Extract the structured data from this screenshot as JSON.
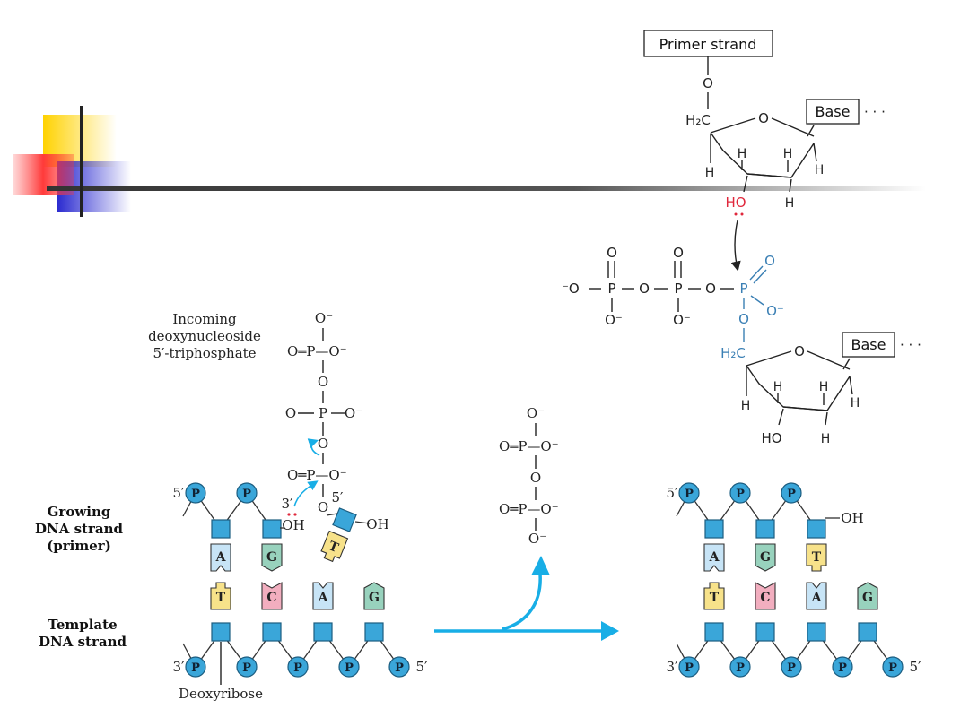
{
  "slide_decor": {
    "colors": {
      "yellow": "#ffd200",
      "red": "#ff3a3a",
      "blue": "#2b2bd0",
      "line": "#333333"
    }
  },
  "chemistry": {
    "primer_strand_label": "Primer strand",
    "base_label_top": "Base",
    "base_label_bottom": "Base",
    "ellipsis": "· · ·",
    "atoms": {
      "O": "O",
      "H": "H",
      "H2C": "H₂C",
      "HO": "HO",
      "P": "P",
      "O_minus": "O⁻",
      "minus_O": "⁻O"
    }
  },
  "scheme": {
    "incoming_label": [
      "Incoming",
      "deoxynucleoside",
      "5′-triphosphate"
    ],
    "growing_label": [
      "Growing",
      "DNA strand",
      "(primer)"
    ],
    "template_label": [
      "Template",
      "DNA strand"
    ],
    "deoxyribose_label": "Deoxyribose",
    "phosphate": "P",
    "prime_5": "5′",
    "prime_3": "3′",
    "OH": "OH",
    "phosphate_group": {
      "O_minus": "O⁻",
      "O_eq_P": "O═P—O⁻",
      "O": "O"
    },
    "left_top_bases": [
      "A",
      "G"
    ],
    "left_bottom_bases": [
      "T",
      "C",
      "A",
      "G"
    ],
    "incoming_base": "T",
    "right_top_bases": [
      "A",
      "G",
      "T"
    ],
    "right_bottom_bases": [
      "T",
      "C",
      "A",
      "G"
    ],
    "colors": {
      "sugar": "#3aa6d9",
      "A": "#c7e4f6",
      "G": "#98d2bd",
      "T": "#f7e28a",
      "C": "#f2aebf",
      "arrow": "#18aee6"
    }
  }
}
